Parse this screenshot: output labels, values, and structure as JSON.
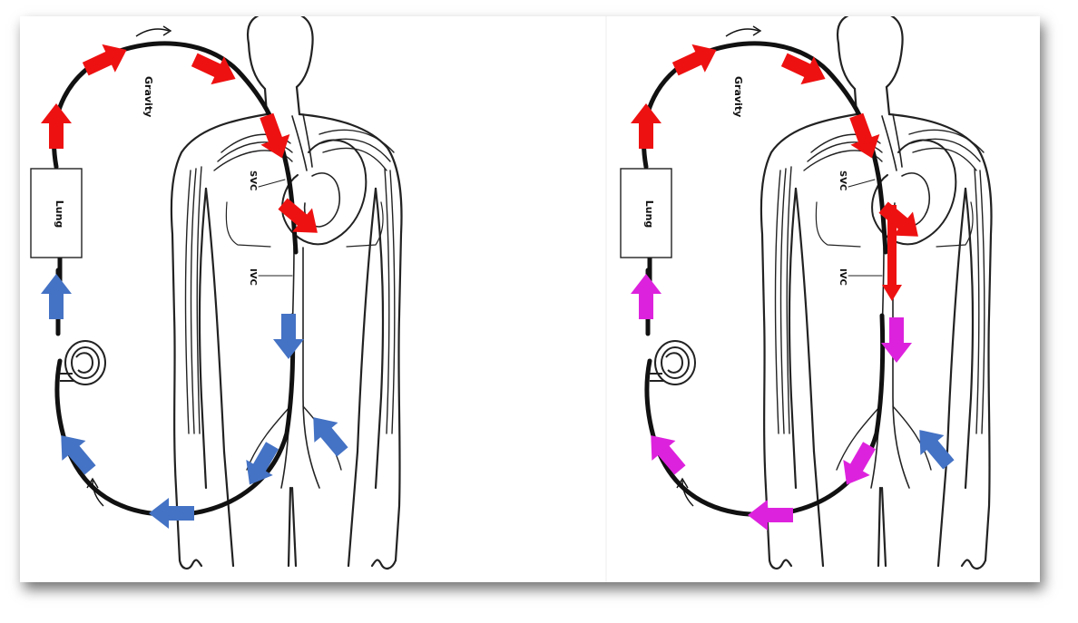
{
  "panels": [
    {
      "id": "left",
      "labels": {
        "gravity": "Gravity",
        "lung": "Lung",
        "svc": "SVC",
        "ivc": "IVC"
      },
      "colors": {
        "arterial": "#ee1111",
        "return": "#4472c4",
        "lower_return": "#4472c4"
      }
    },
    {
      "id": "right",
      "labels": {
        "gravity": "Gravity",
        "lung": "Lung",
        "svc": "SVC",
        "ivc": "IVC"
      },
      "colors": {
        "arterial": "#ee1111",
        "return": "#dd22dd",
        "lower_return": "#4472c4"
      }
    }
  ],
  "colors": {
    "tube": "#111111",
    "outline": "#222222",
    "background": "#ffffff"
  }
}
